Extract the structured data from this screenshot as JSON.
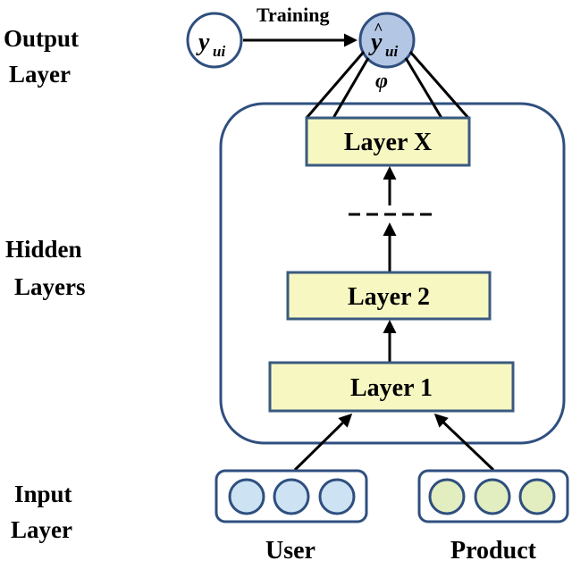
{
  "side_labels": {
    "output": [
      "Output",
      "Layer"
    ],
    "hidden": [
      "Hidden",
      "Layers"
    ],
    "input": [
      "Input",
      "Layer"
    ]
  },
  "top": {
    "target_symbol": "y",
    "target_subscript": "ui",
    "predicted_symbol": "y",
    "predicted_subscript": "ui",
    "hat": "^",
    "training_label": "Training",
    "activation_symbol": "φ"
  },
  "layers": [
    {
      "label": "Layer X"
    },
    {
      "label": "Layer 2"
    },
    {
      "label": "Layer 1"
    }
  ],
  "inputs": {
    "user_label": "User",
    "product_label": "Product"
  },
  "colors": {
    "layer_fill": "#f7f7c2",
    "layer_stroke": "#3a5a7f",
    "container_stroke": "#2f4f7f",
    "user_node": "#cde3f3",
    "product_node": "#e2edc0",
    "predicted_node": "#b3c7e4",
    "node_stroke": "#2f4f7f"
  }
}
